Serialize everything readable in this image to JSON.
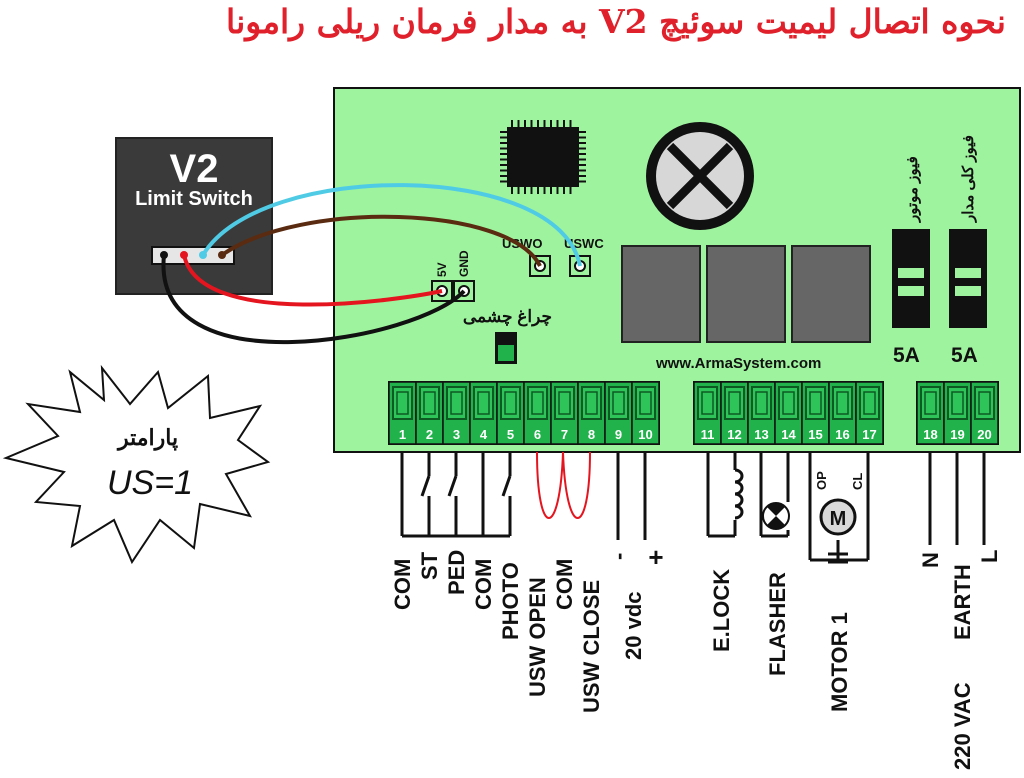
{
  "title": "نحوه اتصال لیمیت سوئیچ V2 به مدار فرمان ریلی رامونا",
  "limit_switch": {
    "model": "V2",
    "label": "Limit Switch"
  },
  "board": {
    "website": "www.ArmaSystem.com",
    "pins_power": {
      "v5": "5V",
      "gnd": "GND"
    },
    "pins_usw": {
      "open": "USWO",
      "close": "USWC"
    },
    "led_label": "چراغ چشمی",
    "fuse_motor_label": "فیوز موتور",
    "fuse_main_label": "فیوز کلی مدار",
    "fuse_motor_rating": "5A",
    "fuse_main_rating": "5A",
    "colors": {
      "board": "#9ef39e",
      "wire_cyan": "#4fcbe6",
      "wire_brown": "#5a2b10",
      "wire_red": "#e5151f",
      "wire_black": "#111111",
      "led": "#22b24c"
    }
  },
  "terminals": {
    "group1": [
      "1",
      "2",
      "3",
      "4",
      "5",
      "6",
      "7",
      "8",
      "9",
      "10"
    ],
    "group2": [
      "11",
      "12",
      "13",
      "14",
      "15",
      "16",
      "17"
    ],
    "group3": [
      "18",
      "19",
      "20"
    ]
  },
  "motor": {
    "symbol": "M",
    "op": "OP",
    "cl": "CL"
  },
  "labels": {
    "com1": "COM",
    "st": "ST",
    "ped": "PED",
    "com2": "COM",
    "photo": "PHOTO",
    "usw_open": "USW OPEN",
    "com3": "COM",
    "usw_close": "USW CLOSE",
    "minus": "-",
    "plus": "+",
    "vdc": "20 vdc",
    "elock": "E.LOCK",
    "flasher": "FLASHER",
    "motor1": "MOTOR 1",
    "n": "N",
    "earth": "EARTH",
    "l": "L",
    "vac": "220 VAC"
  },
  "parameter": {
    "label": "پارامتر",
    "value": "US=1"
  }
}
